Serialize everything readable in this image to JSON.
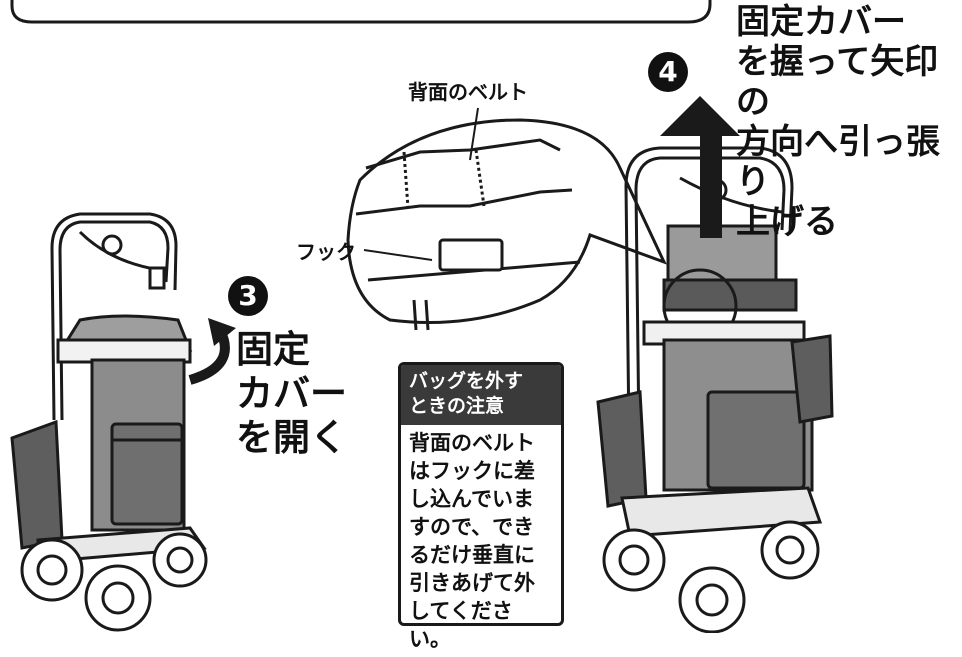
{
  "step3": {
    "number": "3",
    "text_line1": "固定",
    "text_line2": "カバー",
    "text_line3": "を開く"
  },
  "step4": {
    "number": "4",
    "text_line1": "固定カバー",
    "text_line2": "を握って矢印の",
    "text_line3": "方向へ引っ張り",
    "text_line4": "上げる"
  },
  "callout": {
    "belt_label": "背面のベルト",
    "hook_label": "フック"
  },
  "note": {
    "title_line1": "バッグを外す",
    "title_line2": "ときの注意",
    "body_lines": [
      "背面のベルト",
      "はフックに差",
      "し込んでいま",
      "すので、でき",
      "るだけ垂直に",
      "引きあげて外",
      "してください。"
    ]
  }
}
